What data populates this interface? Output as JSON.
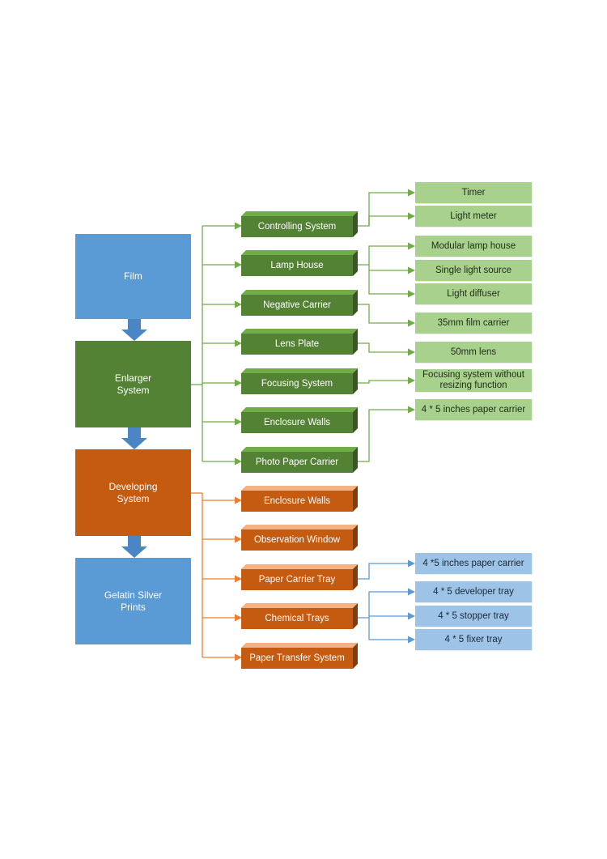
{
  "stages": {
    "film": "Film",
    "enlarger": [
      "Enlarger",
      "System"
    ],
    "developing": [
      "Developing",
      "System"
    ],
    "prints": [
      "Gelatin Silver",
      "Prints"
    ]
  },
  "enlarger_components": [
    "Controlling System",
    "Lamp House",
    "Negative Carrier",
    "Lens Plate",
    "Focusing System",
    "Enclosure Walls",
    "Photo Paper Carrier"
  ],
  "developing_components": [
    "Enclosure Walls",
    "Observation Window",
    "Paper Carrier Tray",
    "Chemical Trays",
    "Paper Transfer System"
  ],
  "enlarger_details": [
    "Timer",
    "Light meter",
    "Modular lamp house",
    "Single light source",
    "Light diffuser",
    "35mm film carrier",
    "50mm lens",
    [
      "Focusing system without",
      "resizing function"
    ],
    "4 * 5 inches paper carrier"
  ],
  "developing_details": [
    "4 *5 inches paper carrier",
    "4 * 5 developer tray",
    "4 * 5 stopper tray",
    "4 * 5 fixer tray"
  ],
  "colors": {
    "blue": "#5b9bd5",
    "dark_green": "#548235",
    "orange": "#c55a11",
    "light_green": "#a9d18e",
    "light_blue": "#9dc3e6",
    "green_line": "#70ad47",
    "orange_line": "#ed7d31",
    "blue_line": "#5b9bd5"
  }
}
